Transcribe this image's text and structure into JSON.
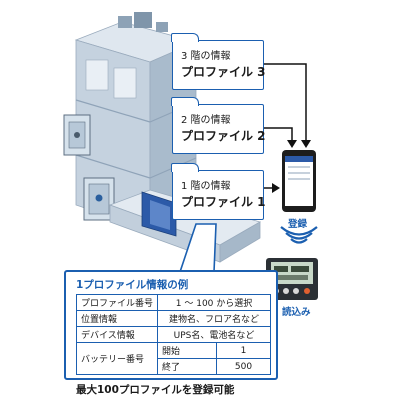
{
  "floors": [
    {
      "floor_text": "3 階の情報",
      "profile_text": "プロファイル 3"
    },
    {
      "floor_text": "2 階の情報",
      "profile_text": "プロファイル 2"
    },
    {
      "floor_text": "1 階の情報",
      "profile_text": "プロファイル 1"
    }
  ],
  "devices": {
    "register_label": "登録",
    "read_label": "読込み"
  },
  "example_panel": {
    "title": "1プロファイル情報の例",
    "rows": [
      {
        "key": "プロファイル番号",
        "value": "1 〜 100 から選択"
      },
      {
        "key": "位置情報",
        "value": "建物名、フロア名など"
      },
      {
        "key": "デバイス情報",
        "value": "UPS名、電池名など"
      }
    ],
    "battery": {
      "key": "バッテリー番号",
      "start_label": "開始",
      "start_value": "1",
      "end_label": "終了",
      "end_value": "500"
    }
  },
  "footer": "最大100プロファイルを登録可能",
  "colors": {
    "accent": "#1b5fb0",
    "building": "#c9d6e3",
    "building_dark": "#8fa3b8"
  }
}
